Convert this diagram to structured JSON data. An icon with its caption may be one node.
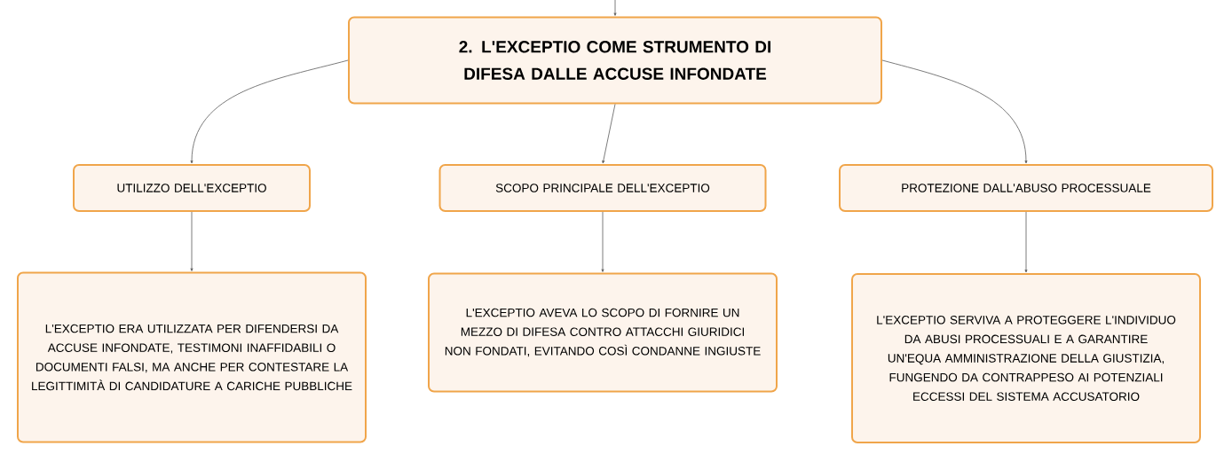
{
  "diagram": {
    "nodes": [
      {
        "text": [
          "2. L'EXCEPTIO COME STRUMENTO DI DIFESA DALLE ACCUSE INFONDATE"
        ]
      },
      {
        "text": [
          "UTILIZZO DELL'EXCEPTIO"
        ]
      },
      {
        "text": [
          "SCOPO PRINCIPALE DELL'EXCEPTIO"
        ]
      },
      {
        "text": [
          "PROTEZIONE DALL'ABUSO PROCESSUALE"
        ]
      },
      {
        "text": [
          "L'EXCEPTIO ERA UTILIZZATA PER DIFENDERSI DA ACCUSE INFONDATE, TESTIMONI INAFFIDABILI O DOCUMENTI FALSI, MA ANCHE PER CONTESTARE LA LEGITTIMITÀ DI CANDIDATURE A CARICHE PUBBLICHE"
        ]
      },
      {
        "text": [
          "L'EXCEPTIO AVEVA LO SCOPO DI FORNIRE UN MEZZO DI DIFESA CONTRO ATTACCHI GIURIDICI NON FONDATI, EVITANDO COSÌ CONDANNE INGIUSTE"
        ]
      },
      {
        "text": [
          "L'EXCEPTIO SERVIVA A PROTEGGERE L'INDIVIDUO DA ABUSI PROCESSUALI E A GARANTIRE UN'EQUA AMMINISTRAZIONE DELLA GIUSTIZIA, FUNGENDO DA CONTRAPPESO AI POTENZIALI ECCESSI DEL SISTEMA ACCUSATORIO"
        ]
      }
    ],
    "edges": [
      {
        "from": null,
        "to": 0,
        "arrow": "to"
      },
      {
        "from": 0,
        "to": 1,
        "arrow": "to"
      },
      {
        "from": 0,
        "to": 2,
        "arrow": "to"
      },
      {
        "from": 0,
        "to": 3,
        "arrow": "to"
      },
      {
        "from": 1,
        "to": 4,
        "arrow": "to"
      },
      {
        "from": 2,
        "to": 5,
        "arrow": "to"
      },
      {
        "from": 3,
        "to": 6,
        "arrow": "to"
      }
    ]
  }
}
